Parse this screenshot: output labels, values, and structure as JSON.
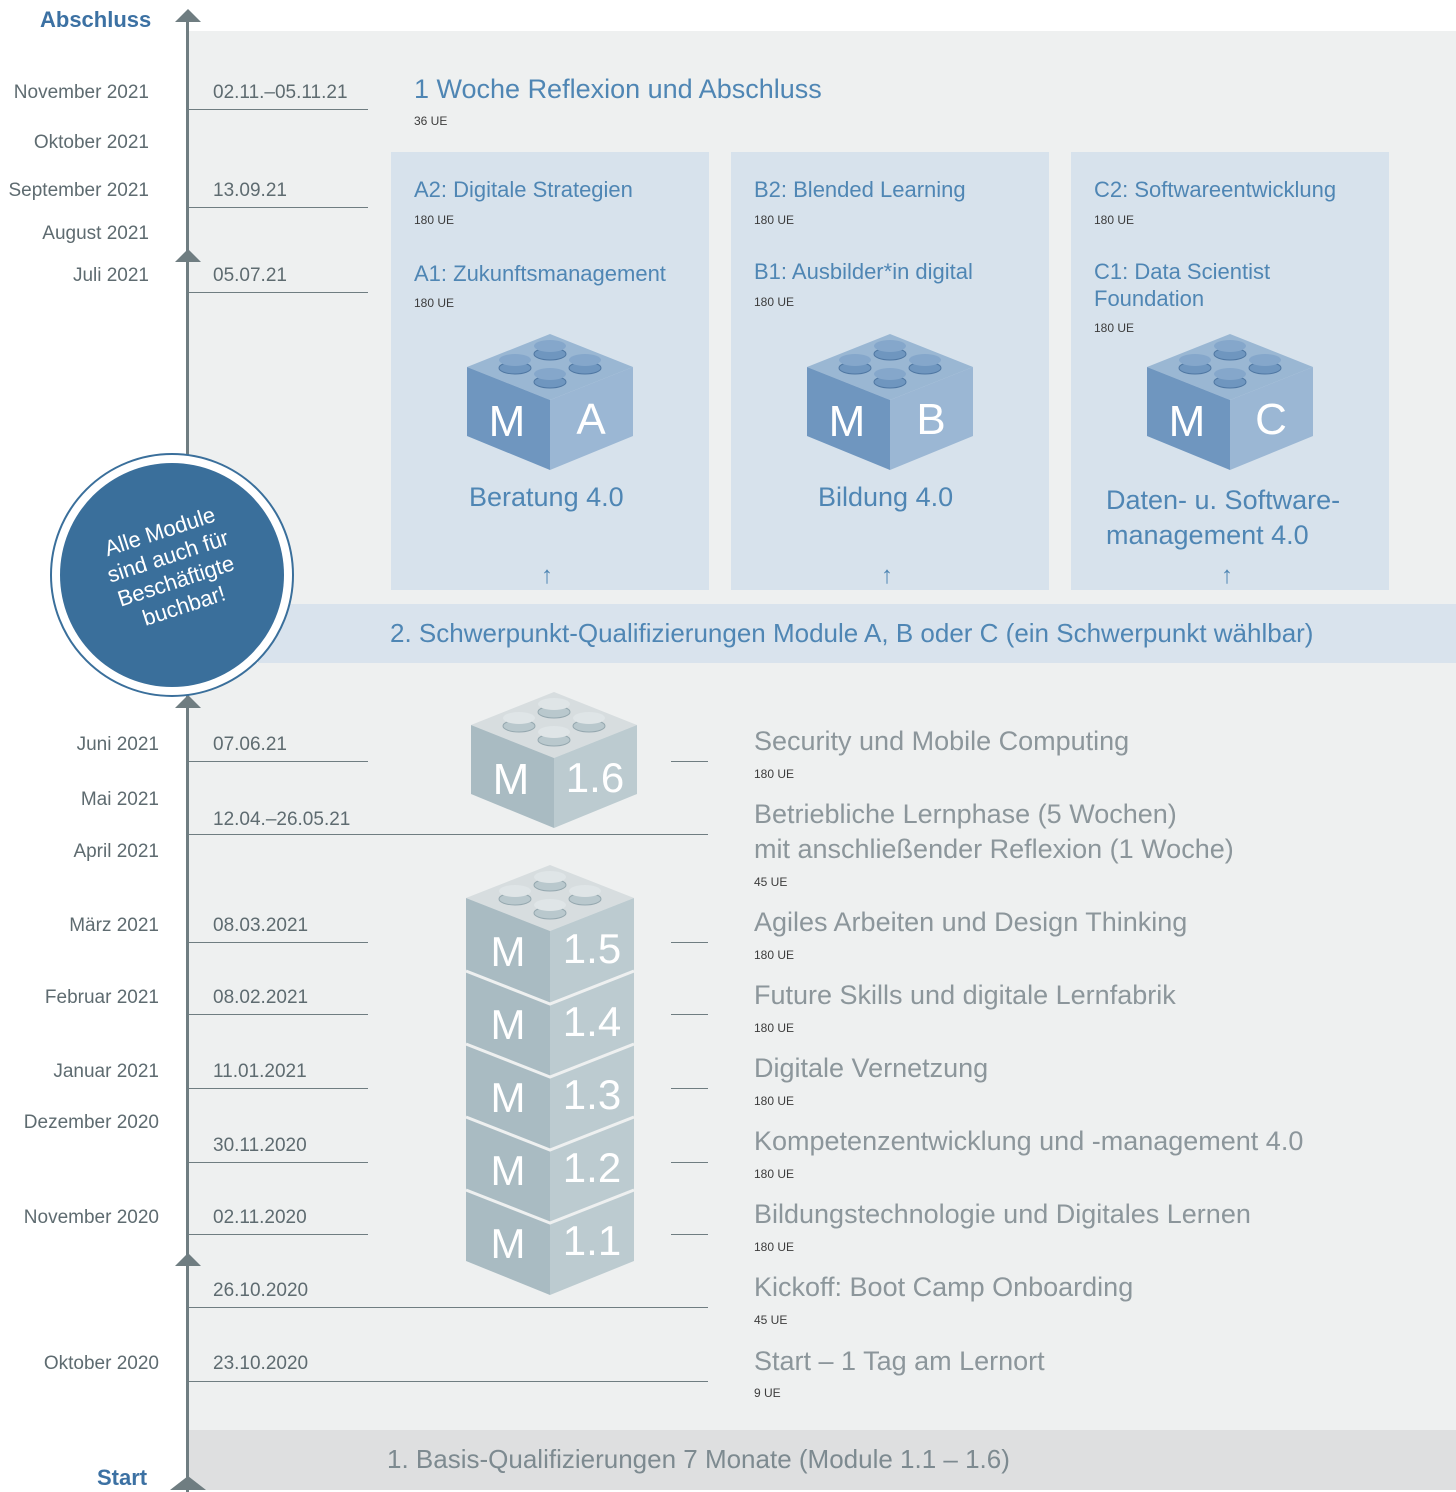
{
  "headings": {
    "end": "Abschluss",
    "start": "Start"
  },
  "months": {
    "nov21": "November 2021",
    "okt21": "Oktober 2021",
    "sep21": "September 2021",
    "aug21": "August 2021",
    "jul21": "Juli 2021",
    "jun21": "Juni 2021",
    "mai21": "Mai 2021",
    "apr21": "April 2021",
    "mar21": "März 2021",
    "feb21": "Februar 2021",
    "jan21": "Januar 2021",
    "dez20": "Dezember 2020",
    "nov20": "November 2020",
    "okt20": "Oktober 2020"
  },
  "dates": {
    "d1": "02.11.–05.11.21",
    "d2": "13.09.21",
    "d3": "05.07.21",
    "d4": "07.06.21",
    "d5": "12.04.–26.05.21",
    "d6": "08.03.2021",
    "d7": "08.02.2021",
    "d8": "11.01.2021",
    "d9": "30.11.2020",
    "d10": "02.11.2020",
    "d11": "26.10.2020",
    "d12": "23.10.2020"
  },
  "closing": {
    "title": "1 Woche Reflexion und Abschluss",
    "ue": "36 UE"
  },
  "tracks": {
    "a": {
      "m2": "A2: Digitale Strategien",
      "m2_ue": "180 UE",
      "m1": "A1: Zukunftsmanagement",
      "m1_ue": "180 UE",
      "letter": "A",
      "name": "Beratung 4.0"
    },
    "b": {
      "m2": "B2: Blended Learning",
      "m2_ue": "180 UE",
      "m1": "B1: Ausbilder*in digital",
      "m1_ue": "180 UE",
      "letter": "B",
      "name": "Bildung 4.0"
    },
    "c": {
      "m2": "C2: Softwareentwicklung",
      "m2_ue": "180 UE",
      "m1_l1": "C1: Data Scientist",
      "m1_l2": "Foundation",
      "m1_ue": "180 UE",
      "letter": "C",
      "name_l1": "Daten- u. Software-",
      "name_l2": "management 4.0"
    }
  },
  "arrow_glyph": "↑",
  "band2": "2. Schwerpunkt-Qualifizierungen Module A, B oder C (ein Schwerpunkt wählbar)",
  "band1": "1. Basis-Qualifizierungen 7 Monate (Module 1.1 – 1.6)",
  "badge": {
    "l1": "Alle Module",
    "l2": "sind auch für",
    "l3": "Beschäftigte",
    "l4": "buchbar!"
  },
  "brick_m": "M",
  "basis": [
    {
      "title": "Security und Mobile Computing",
      "ue": "180 UE",
      "num": "1.6"
    },
    {
      "title_l1": "Betriebliche Lernphase (5 Wochen)",
      "title_l2": "mit anschließender Reflexion (1 Woche)",
      "ue": "45 UE"
    },
    {
      "title": "Agiles Arbeiten und Design Thinking",
      "ue": "180 UE",
      "num": "1.5"
    },
    {
      "title": "Future Skills und digitale Lernfabrik",
      "ue": "180 UE",
      "num": "1.4"
    },
    {
      "title": "Digitale Vernetzung",
      "ue": "180 UE",
      "num": "1.3"
    },
    {
      "title": "Kompetenzentwicklung und -management 4.0",
      "ue": "180 UE",
      "num": "1.2"
    },
    {
      "title": "Bildungstechnologie und Digitales Lernen",
      "ue": "180 UE",
      "num": "1.1"
    },
    {
      "title": "Kickoff: Boot Camp Onboarding",
      "ue": "45 UE"
    },
    {
      "title": "Start – 1 Tag am Lernort",
      "ue": "9 UE"
    }
  ],
  "colors": {
    "blue": "#4f86b4",
    "dark_blue": "#3a6f9b",
    "grey_text": "#8c969b",
    "bg": "#eef0f0",
    "card": "#d7e2ec"
  }
}
